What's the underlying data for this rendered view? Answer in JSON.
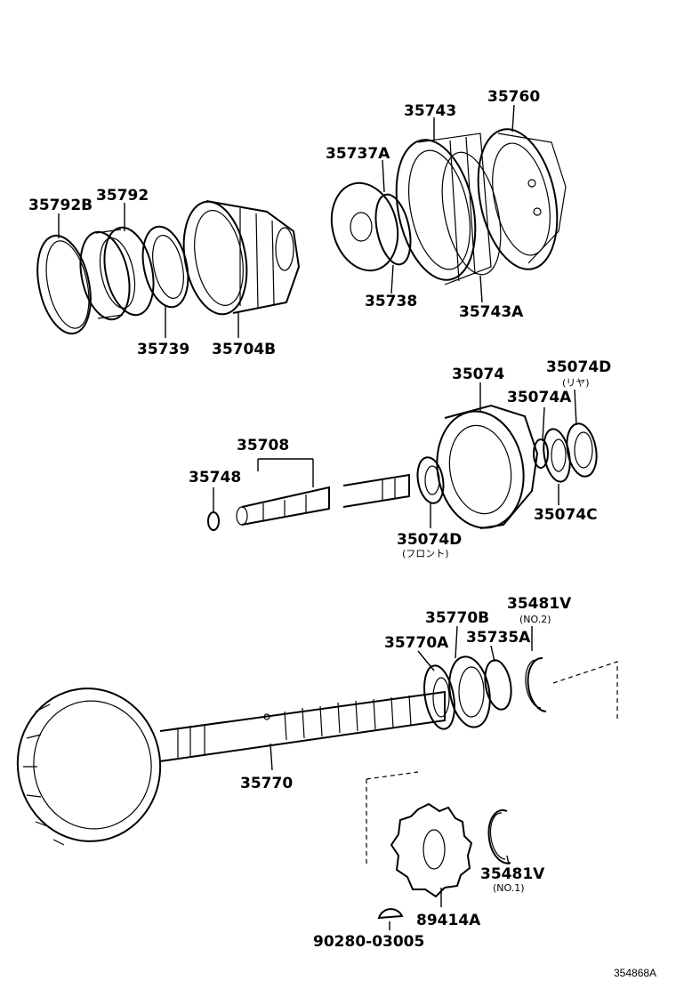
{
  "diagram": {
    "reference_code": "354868A",
    "parts": [
      {
        "id": "p35792B",
        "number": "35792B"
      },
      {
        "id": "p35792",
        "number": "35792"
      },
      {
        "id": "p35739",
        "number": "35739"
      },
      {
        "id": "p35704B",
        "number": "35704B"
      },
      {
        "id": "p35737A",
        "number": "35737A"
      },
      {
        "id": "p35743",
        "number": "35743"
      },
      {
        "id": "p35760",
        "number": "35760"
      },
      {
        "id": "p35738",
        "number": "35738"
      },
      {
        "id": "p35743A",
        "number": "35743A"
      },
      {
        "id": "p35074",
        "number": "35074"
      },
      {
        "id": "p35074D_rear",
        "number": "35074D",
        "note": "(リヤ)"
      },
      {
        "id": "p35074A",
        "number": "35074A"
      },
      {
        "id": "p35708",
        "number": "35708"
      },
      {
        "id": "p35748",
        "number": "35748"
      },
      {
        "id": "p35074C",
        "number": "35074C"
      },
      {
        "id": "p35074D_front",
        "number": "35074D",
        "note": "(フロント)"
      },
      {
        "id": "p35770B",
        "number": "35770B"
      },
      {
        "id": "p35481V_2",
        "number": "35481V",
        "note": "(NO.2)"
      },
      {
        "id": "p35770A",
        "number": "35770A"
      },
      {
        "id": "p35735A",
        "number": "35735A"
      },
      {
        "id": "p35770",
        "number": "35770"
      },
      {
        "id": "p35481V_1",
        "number": "35481V",
        "note": "(NO.1)"
      },
      {
        "id": "p89414A",
        "number": "89414A"
      },
      {
        "id": "p90280",
        "number": "90280-03005"
      }
    ]
  }
}
